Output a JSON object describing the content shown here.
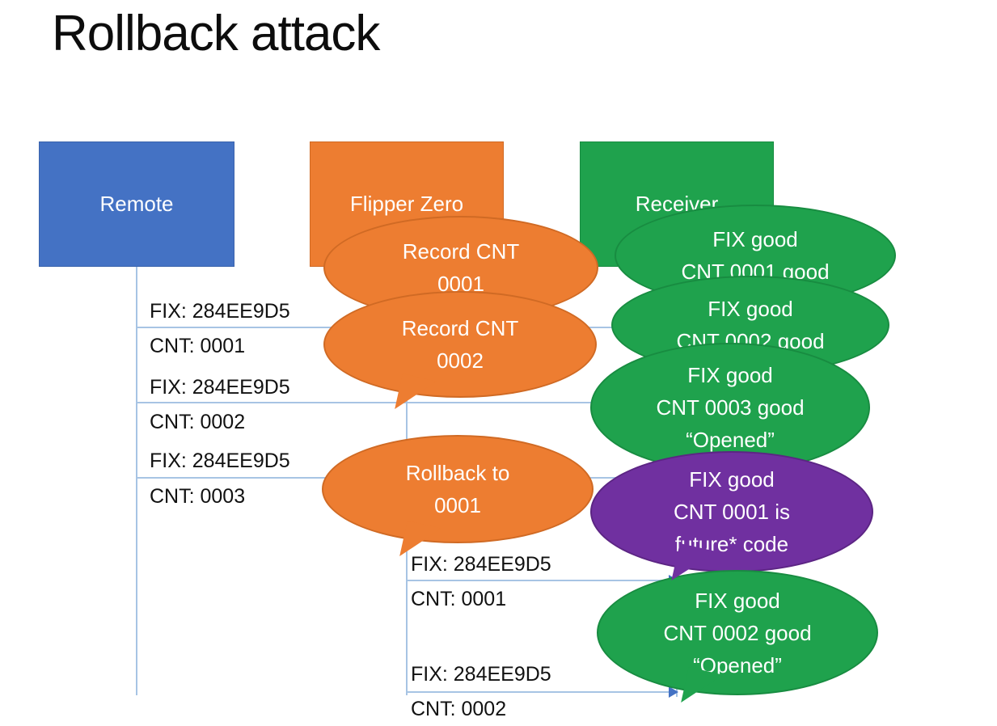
{
  "title": "Rollback attack",
  "actors": [
    {
      "name": "Remote",
      "color": "#4472C4"
    },
    {
      "name": "Flipper Zero",
      "color": "#ED7D31"
    },
    {
      "name": "Receiver",
      "color": "#1FA24D"
    }
  ],
  "messages": [
    {
      "fix": "FIX: 284EE9D5",
      "cnt": "CNT: 0001",
      "from": "Remote",
      "to": "Receiver"
    },
    {
      "fix": "FIX: 284EE9D5",
      "cnt": "CNT: 0002",
      "from": "Remote",
      "to": "Receiver"
    },
    {
      "fix": "FIX: 284EE9D5",
      "cnt": "CNT: 0003",
      "from": "Remote",
      "to": "Receiver"
    },
    {
      "fix": "FIX: 284EE9D5",
      "cnt": "CNT: 0001",
      "from": "Flipper Zero",
      "to": "Receiver"
    },
    {
      "fix": "FIX: 284EE9D5",
      "cnt": "CNT: 0002",
      "from": "Flipper Zero",
      "to": "Receiver"
    }
  ],
  "callouts": {
    "record1": {
      "speaker": "Flipper Zero",
      "color": "#ED7D31",
      "lines": [
        "Record CNT",
        "0001"
      ]
    },
    "record2": {
      "speaker": "Flipper Zero",
      "color": "#ED7D31",
      "lines": [
        "Record CNT",
        "0002"
      ]
    },
    "rollback": {
      "speaker": "Flipper Zero",
      "color": "#ED7D31",
      "lines": [
        "Rollback to",
        "0001"
      ]
    },
    "ack1": {
      "speaker": "Receiver",
      "color": "#1FA24D",
      "lines": [
        "FIX good",
        "CNT 0001 good"
      ]
    },
    "ack2": {
      "speaker": "Receiver",
      "color": "#1FA24D",
      "lines": [
        "FIX good",
        "CNT 0002 good"
      ]
    },
    "ack3": {
      "speaker": "Receiver",
      "color": "#1FA24D",
      "lines": [
        "FIX good",
        "CNT 0003 good",
        "“Opened”"
      ]
    },
    "reject": {
      "speaker": "Receiver",
      "color": "#7030A0",
      "lines": [
        "FIX good",
        "CNT 0001 is",
        "future* code"
      ]
    },
    "ack4": {
      "speaker": "Receiver",
      "color": "#1FA24D",
      "lines": [
        "FIX good",
        "CNT 0002 good",
        "“Opened”"
      ]
    }
  },
  "colors": {
    "connector": "#A7C4E4",
    "arrowhead": "#4472C4",
    "text_dark": "#111111",
    "text_light": "#FFFFFF"
  }
}
